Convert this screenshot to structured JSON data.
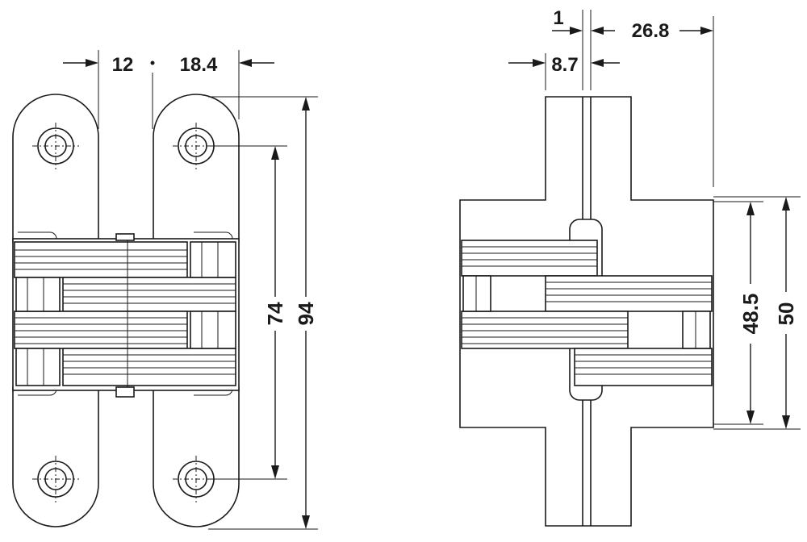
{
  "drawing": {
    "line_color": "#1a1a1a",
    "background": "#ffffff",
    "front_view": {
      "dim_12": "12",
      "dim_18_4": "18.4",
      "dim_74": "74",
      "dim_94": "94"
    },
    "side_view": {
      "dim_1": "1",
      "dim_26_8": "26.8",
      "dim_8_7": "8.7",
      "dim_48_5": "48.5",
      "dim_50": "50"
    }
  }
}
